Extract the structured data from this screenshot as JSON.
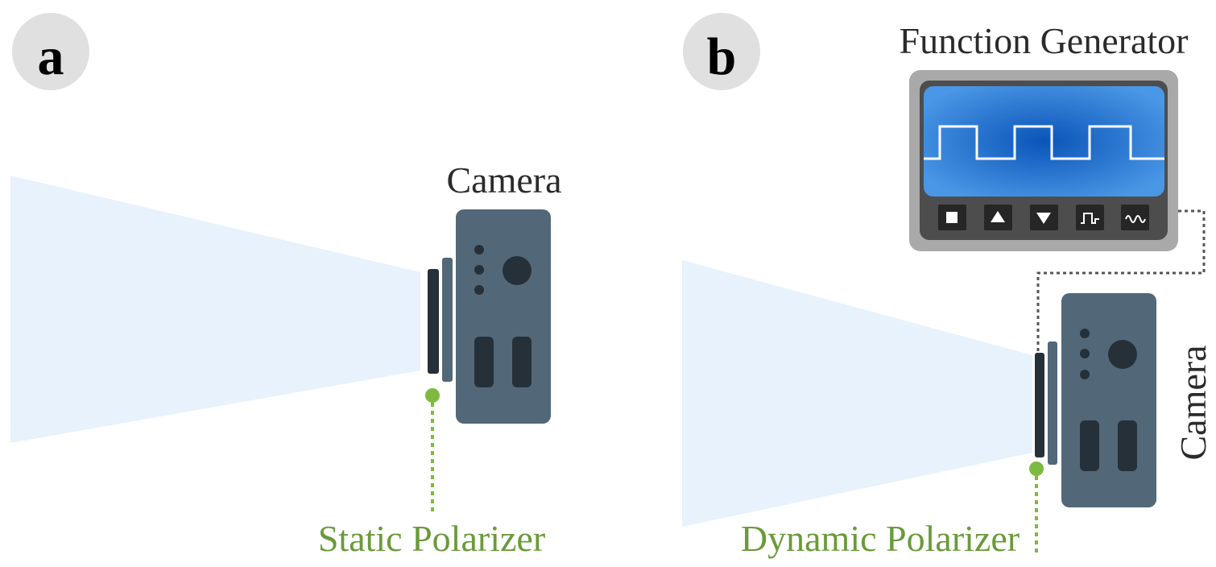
{
  "panel_a": {
    "badge": "a",
    "camera_label": "Camera",
    "polarizer_label": "Static Polarizer"
  },
  "panel_b": {
    "badge": "b",
    "generator_label": "Function Generator",
    "camera_label": "Camera",
    "polarizer_label": "Dynamic Polarizer",
    "generator_buttons": [
      "stop-square-icon",
      "up-triangle-icon",
      "down-triangle-icon",
      "square-wave-icon",
      "sine-wave-icon"
    ]
  },
  "colors": {
    "badge_bg": "#e0e0e0",
    "camera_body": "#526878",
    "camera_dark": "#263039",
    "light_cone": "#e8f2fc",
    "polarizer_green": "#7dba3f",
    "label_green": "#6a9a3a",
    "screen_blue": "#2a7ad6",
    "text_dark": "#2b2b2b"
  }
}
